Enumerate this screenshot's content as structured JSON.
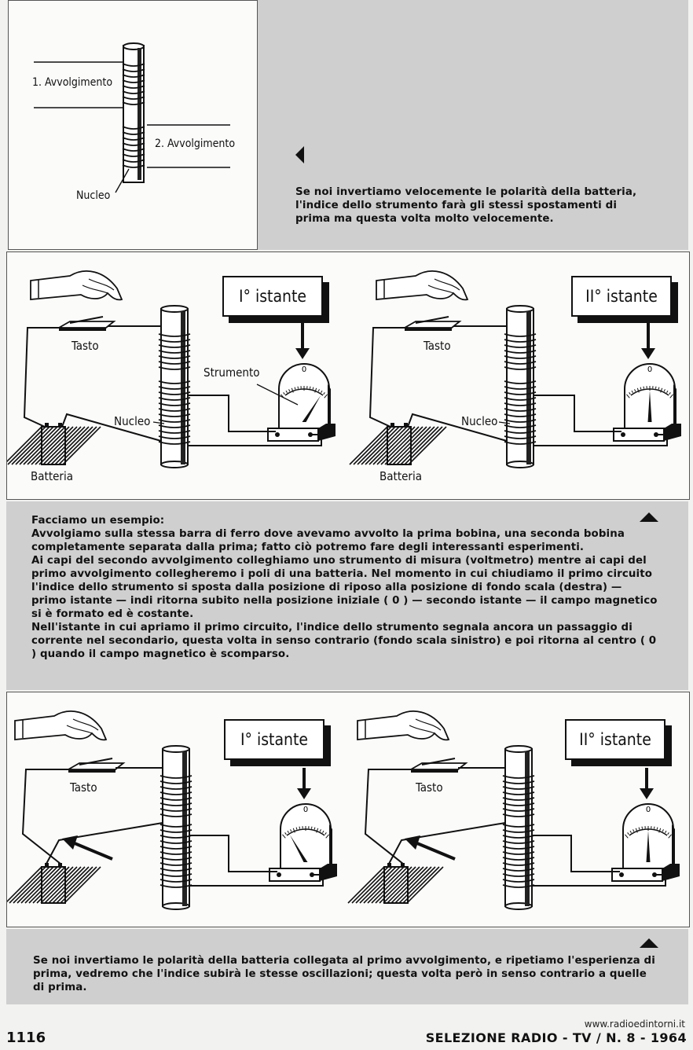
{
  "top_figure": {
    "label_first_winding": "1. Avvolgimento",
    "label_second_winding": "2. Avvolgimento",
    "label_core": "Nucleo"
  },
  "top_caption": "Se noi invertiamo velocemente le polarità della batteria, l'indice dello strumento farà gli stessi spostamenti di prima ma questa volta molto velocemente.",
  "diagram1": {
    "left": {
      "label_key": "Tasto",
      "label_instrument": "Strumento",
      "label_core": "Nucleo",
      "label_battery": "Batteria",
      "instant_label": "I° istante"
    },
    "right": {
      "label_key": "Tasto",
      "label_core": "Nucleo",
      "label_battery": "Batteria",
      "instant_label": "II° istante"
    }
  },
  "middle_text": {
    "heading": "Facciamo un esempio:",
    "p1": "Avvolgiamo sulla stessa barra di ferro dove avevamo avvolto la prima bobina, una seconda bobina completamente separata dalla prima; fatto ciò potremo fare degli interessanti esperimenti.",
    "p2": "Ai capi del secondo avvolgimento colleghiamo uno strumento di misura (voltmetro) mentre ai capi del primo avvolgimento collegheremo i poli di una batteria. Nel momento in cui chiudiamo il primo circuito l'indice dello strumento si sposta dalla posizione di riposo alla posizione di fondo scala (destra) — primo istante — indi ritorna subito nella posizione iniziale ( 0 ) — secondo istante — il campo magnetico si è formato ed è costante.",
    "p3": "Nell'istante in cui apriamo il primo circuito, l'indice dello strumento segnala ancora un passaggio di corrente nel secondario, questa volta in senso contrario (fondo scala sinistro) e poi ritorna al centro ( 0 ) quando il campo magnetico è scomparso."
  },
  "diagram2": {
    "left": {
      "label_key": "Tasto",
      "instant_label": "I° istante"
    },
    "right": {
      "label_key": "Tasto",
      "instant_label": "II° istante"
    }
  },
  "bottom_caption": "Se noi invertiamo le polarità della batteria collegata al primo avvolgimento, e ripetiamo l'esperienza di prima, vedremo che l'indice subirà le stesse oscillazioni; questa volta però in senso contrario a quelle di prima.",
  "meter_zero": "0",
  "footer": {
    "page_number": "1116",
    "magazine": "SELEZIONE RADIO - TV / N. 8 - 1964",
    "watermark": "www.radioedintorni.it"
  }
}
